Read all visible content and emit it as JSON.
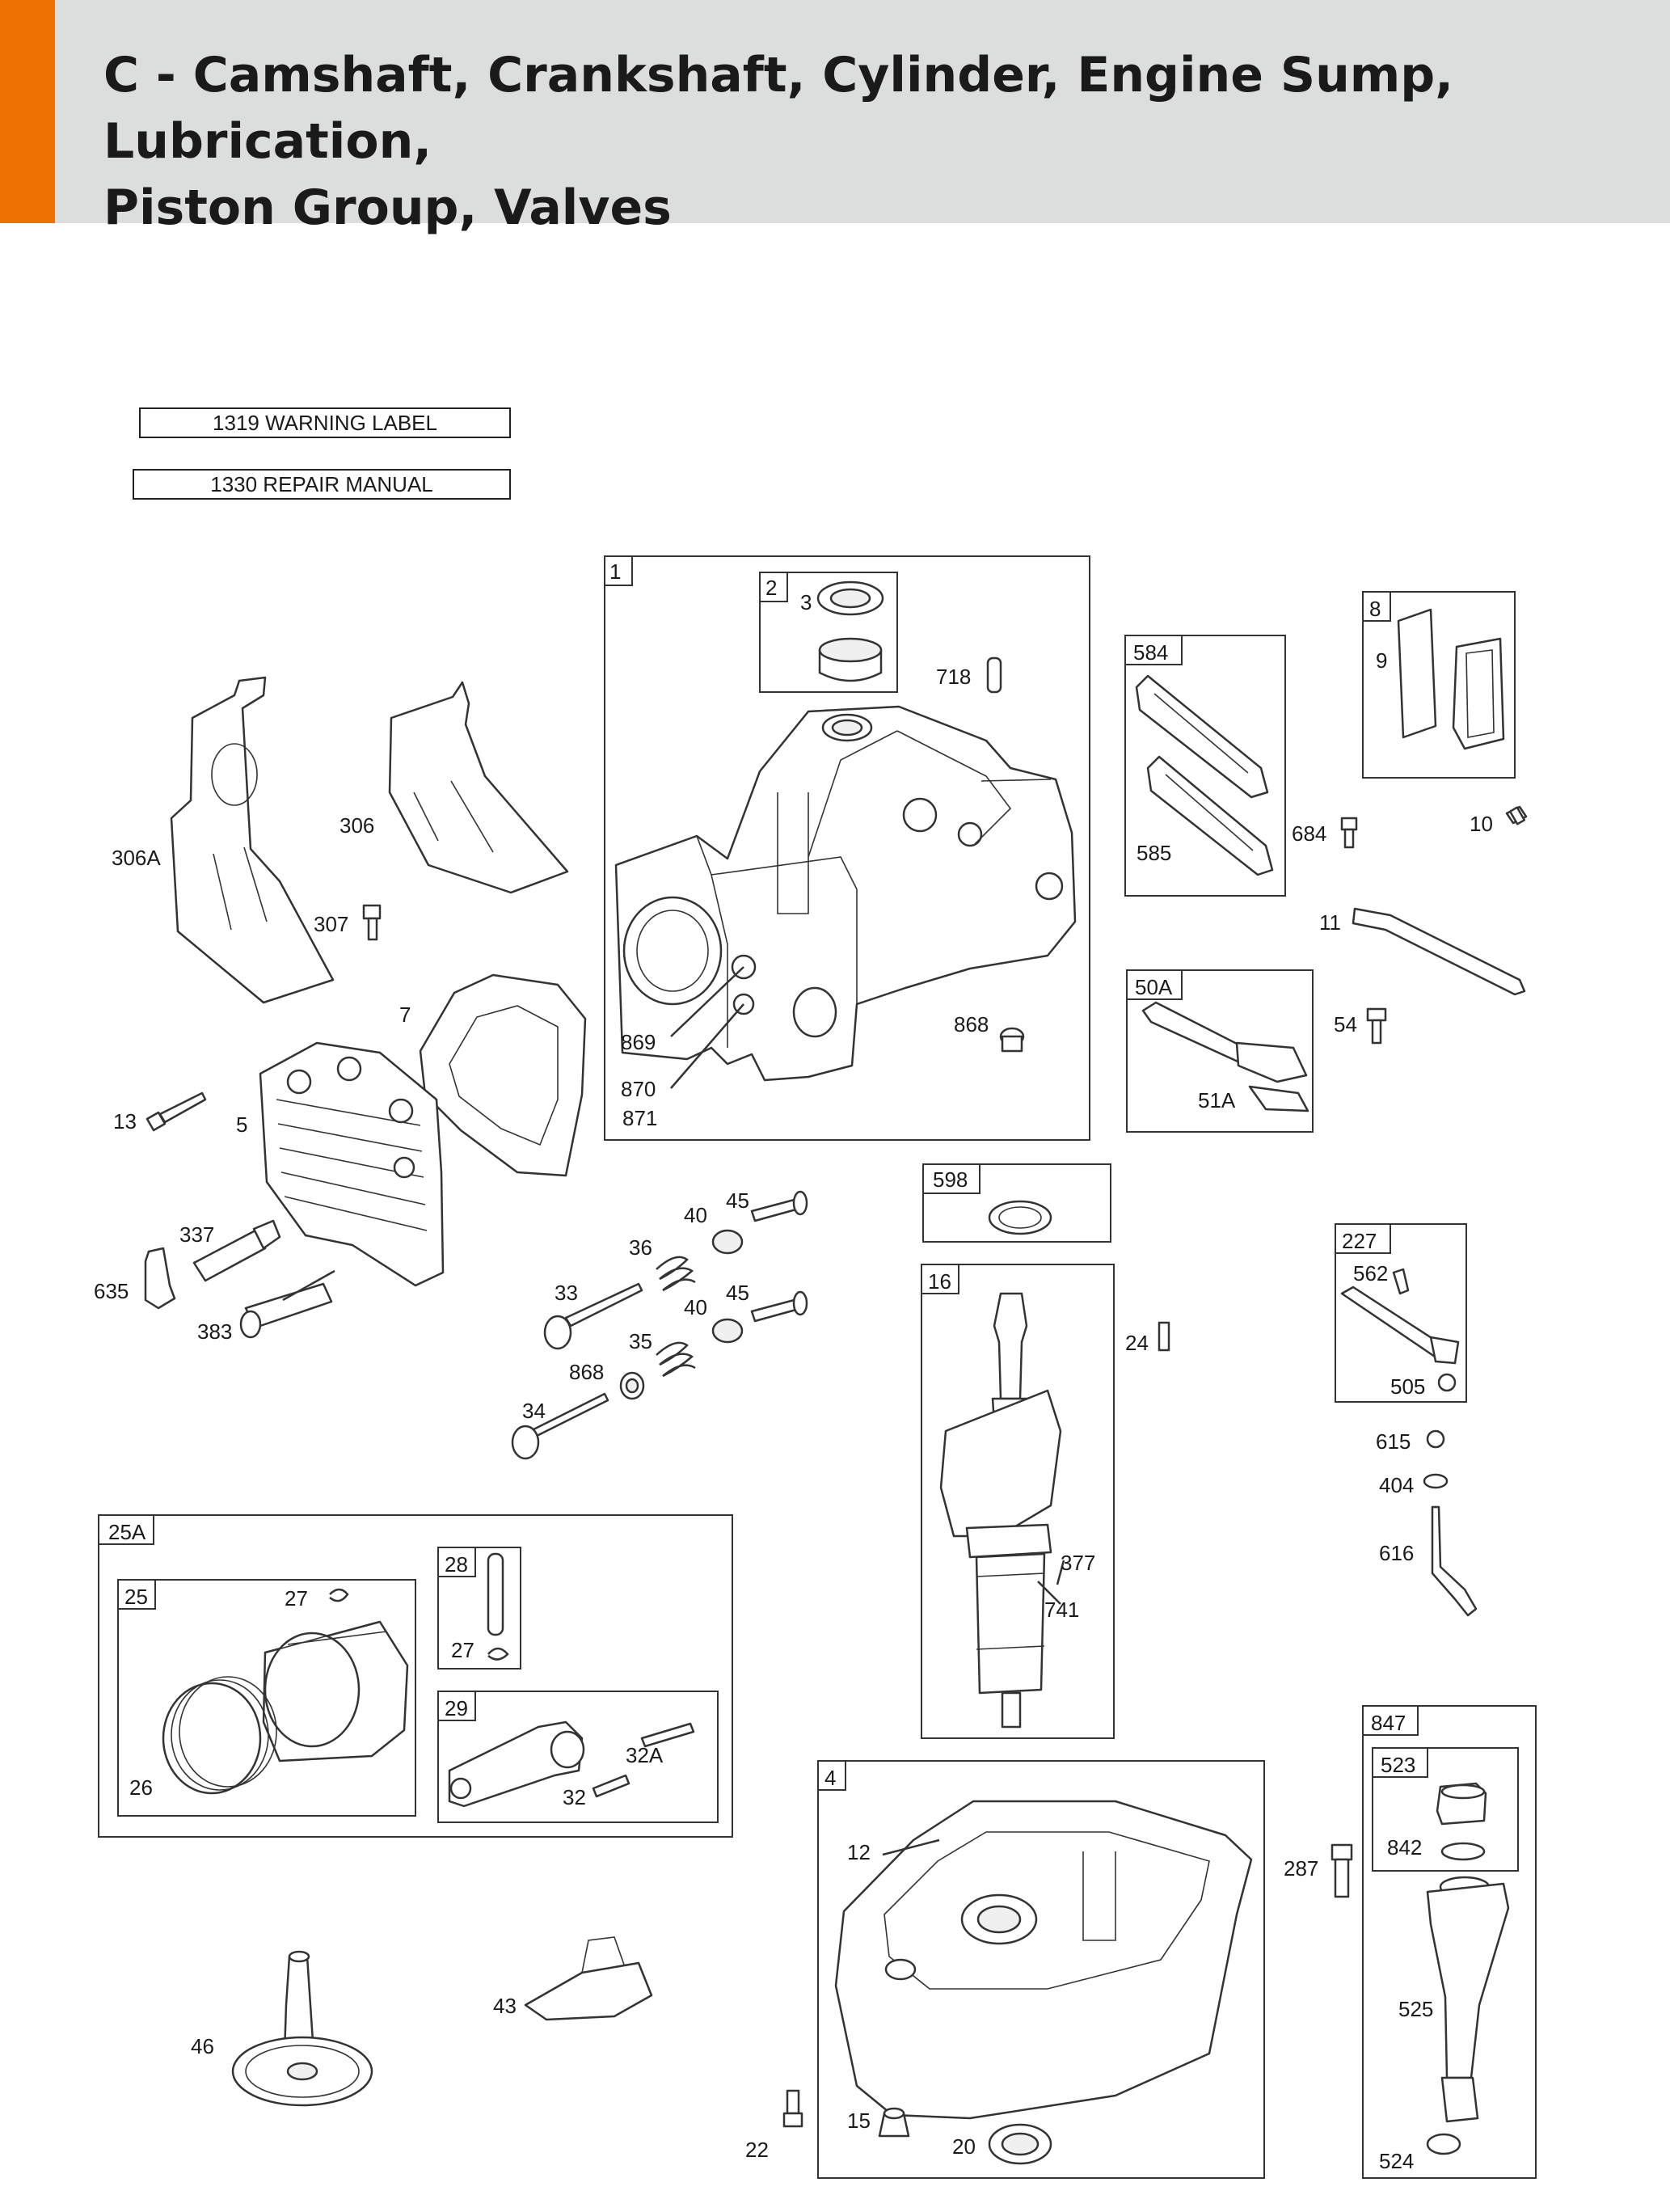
{
  "header": {
    "title_line1": "C - Camshaft, Crankshaft, Cylinder, Engine Sump, Lubrication,",
    "title_line2": "Piston Group, Valves",
    "accent_color": "#ee7203",
    "background_color": "#dcdddd"
  },
  "labels": {
    "warning_label": "1319 WARNING LABEL",
    "repair_manual": "1330 REPAIR MANUAL"
  },
  "callouts": {
    "c1": "1",
    "c2": "2",
    "c3": "3",
    "c718": "718",
    "c869": "869",
    "c870": "870",
    "c871": "871",
    "c868a": "868",
    "c584": "584",
    "c585": "585",
    "c684": "684",
    "c8": "8",
    "c9": "9",
    "c10": "10",
    "c11": "11",
    "c54": "54",
    "c50A": "50A",
    "c51A": "51A",
    "c306A": "306A",
    "c306": "306",
    "c307": "307",
    "c7": "7",
    "c13": "13",
    "c5": "5",
    "c337": "337",
    "c635": "635",
    "c383": "383",
    "c40a": "40",
    "c45a": "45",
    "c36": "36",
    "c33": "33",
    "c40b": "40",
    "c45b": "45",
    "c35": "35",
    "c868b": "868",
    "c34": "34",
    "c598": "598",
    "c16": "16",
    "c24": "24",
    "c377": "377",
    "c741": "741",
    "c227": "227",
    "c562": "562",
    "c505": "505",
    "c615": "615",
    "c404": "404",
    "c616": "616",
    "c25A": "25A",
    "c25": "25",
    "c27a": "27",
    "c26": "26",
    "c28": "28",
    "c27b": "27",
    "c29": "29",
    "c32A": "32A",
    "c32": "32",
    "c4": "4",
    "c12": "12",
    "c287": "287",
    "c15": "15",
    "c20": "20",
    "c22": "22",
    "c847": "847",
    "c523": "523",
    "c842": "842",
    "c525": "525",
    "c524": "524",
    "c46": "46",
    "c43": "43"
  }
}
